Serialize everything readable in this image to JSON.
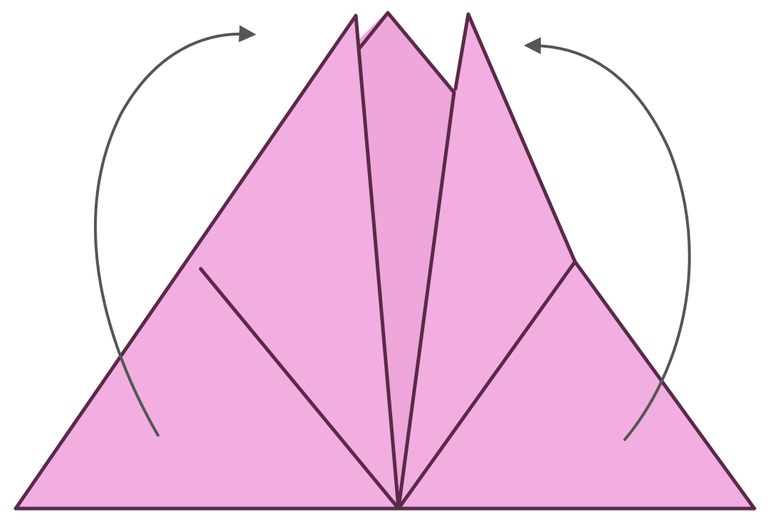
{
  "diagram": {
    "paper_fill": "#f2aee0",
    "crease_color": "#5a2a48",
    "arrow_color": "#555555",
    "background": "#ffffff",
    "arrows": [
      {
        "side": "left",
        "action": "fold-up"
      },
      {
        "side": "right",
        "action": "fold-up"
      }
    ]
  }
}
